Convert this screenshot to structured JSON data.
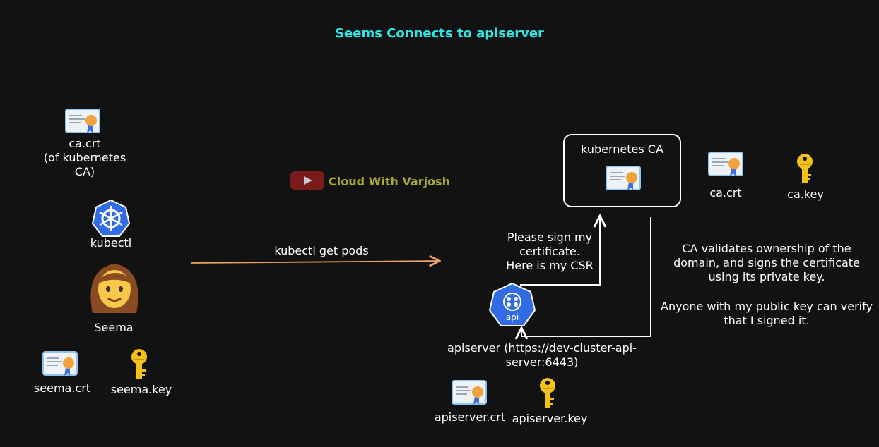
{
  "title": "Seems Connects to apiserver",
  "watermark": "Cloud With Varjosh",
  "client": {
    "ca_cert_label": "ca.crt\n(of kubernetes\nCA)",
    "kubectl_label": "kubectl",
    "user_label": "Seema",
    "user_cert_label": "seema.crt",
    "user_key_label": "seema.key"
  },
  "request_label": "kubectl get pods",
  "ca": {
    "box_title": "kubernetes CA",
    "cert_label": "ca.crt",
    "key_label": "ca.key"
  },
  "csr_note": "Please sign my\ncertificate.\nHere is my CSR",
  "apiserver": {
    "icon_text": "api",
    "label": "apiserver (https://dev-cluster-api-\nserver:6443)",
    "cert_label": "apiserver.crt",
    "key_label": "apiserver.key"
  },
  "explanation": {
    "line1": "CA validates ownership of the\ndomain, and signs the certificate\nusing its private key.",
    "line2": "Anyone with my public key can verify\nthat I signed it."
  },
  "colors": {
    "title": "#2ee6e6",
    "arrow": "#f4a460",
    "k8s_blue": "#326ce5",
    "key_gold": "#f2c21b",
    "watermark": "#a8a83a"
  }
}
